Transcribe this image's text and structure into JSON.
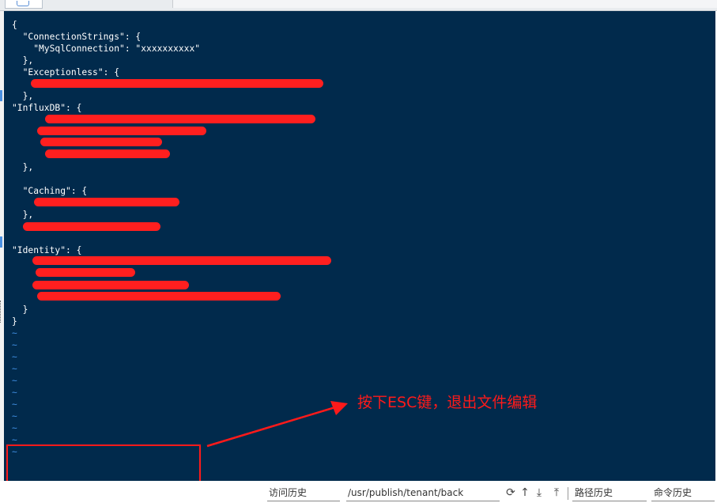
{
  "editor": {
    "lines": [
      "{",
      "  \"ConnectionStrings\": {",
      "    \"MySqlConnection\": \"xxxxxxxxxx\"",
      "  },",
      "  \"Exceptionless\": {",
      "",
      "  },",
      "\"InfluxDB\": {",
      "",
      "",
      "",
      "",
      "  },",
      "",
      "  \"Caching\": {",
      "",
      "  },",
      "",
      "",
      "\"Identity\": {",
      "",
      "",
      "",
      "",
      "  }",
      "}"
    ],
    "tilde": "~"
  },
  "annotation": {
    "text": "按下ESC键，退出文件编辑",
    "color": "#ff1a1a"
  },
  "statusbar": {
    "visit_history": "访问历史",
    "current_path": "/usr/publish/tenant/back",
    "path_history": "路径历史",
    "command_history": "命令历史",
    "icons": [
      "refresh-icon",
      "upload-arrow-icon",
      "download-icon",
      "upload-icon"
    ]
  },
  "colors": {
    "terminal_bg": "#012a4c",
    "text": "#ffffff",
    "tilde": "#3f8de0",
    "redaction": "#ff1f1f"
  }
}
